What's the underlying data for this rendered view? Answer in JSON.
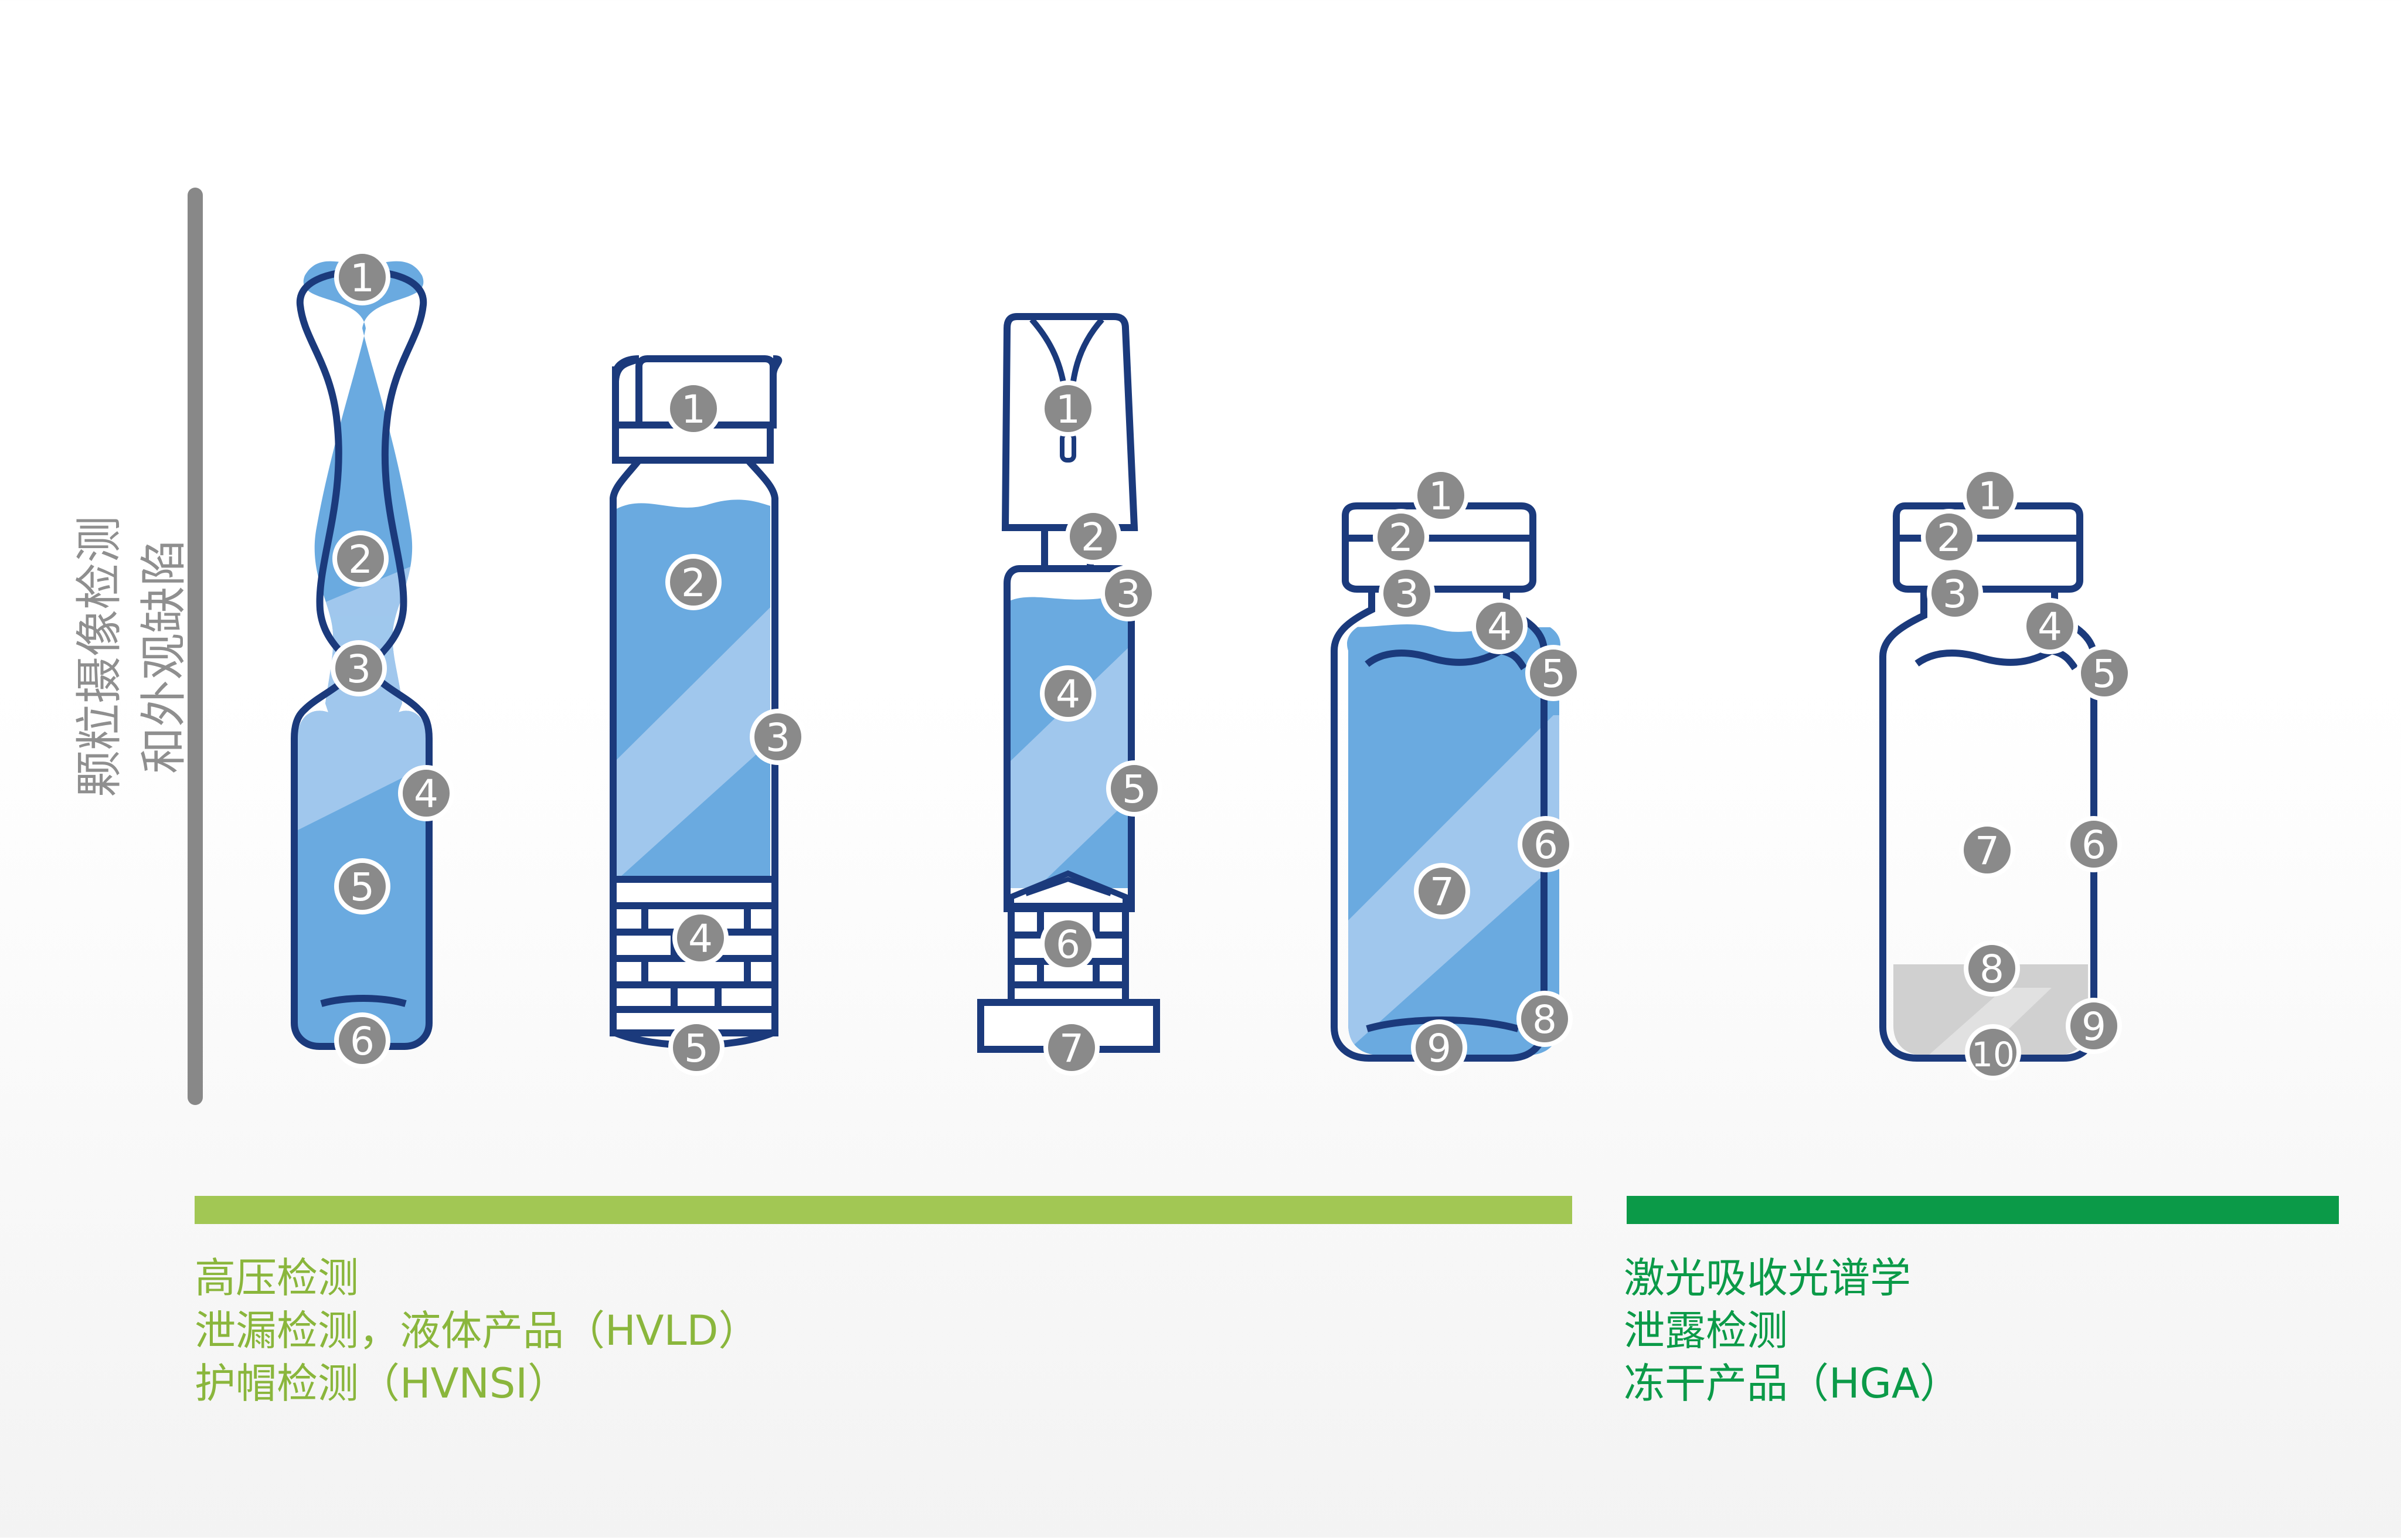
{
  "side_label": {
    "line1": "颗粒摄像检测",
    "line2": "和外观缺陷"
  },
  "legend_left": {
    "color": "#a2c754",
    "lines": [
      "高压检测",
      "泄漏检测，液体产品（HVLD）",
      "护帽检测（HVNSI）"
    ]
  },
  "legend_right": {
    "color": "#0b9a48",
    "lines": [
      "激光吸收光谱学",
      "泄露检测",
      "冻干产品（HGA）"
    ]
  },
  "colors": {
    "outline": "#1b3a7c",
    "liquid": "#6aaae0",
    "badge": "#8a8a8a",
    "axis": "#888888"
  },
  "containers": [
    {
      "name": "ampoule",
      "markers": [
        "1",
        "2",
        "3",
        "4",
        "5",
        "6"
      ]
    },
    {
      "name": "bottle",
      "markers": [
        "1",
        "2",
        "3",
        "4",
        "5"
      ]
    },
    {
      "name": "spray-syringe",
      "markers": [
        "1",
        "2",
        "3",
        "4",
        "5",
        "6",
        "7"
      ]
    },
    {
      "name": "vial-liquid",
      "markers": [
        "1",
        "2",
        "3",
        "4",
        "5",
        "6",
        "7",
        "8",
        "9"
      ]
    },
    {
      "name": "vial-lyophilized",
      "markers": [
        "1",
        "2",
        "3",
        "4",
        "5",
        "6",
        "7",
        "8",
        "9",
        "10"
      ]
    }
  ]
}
